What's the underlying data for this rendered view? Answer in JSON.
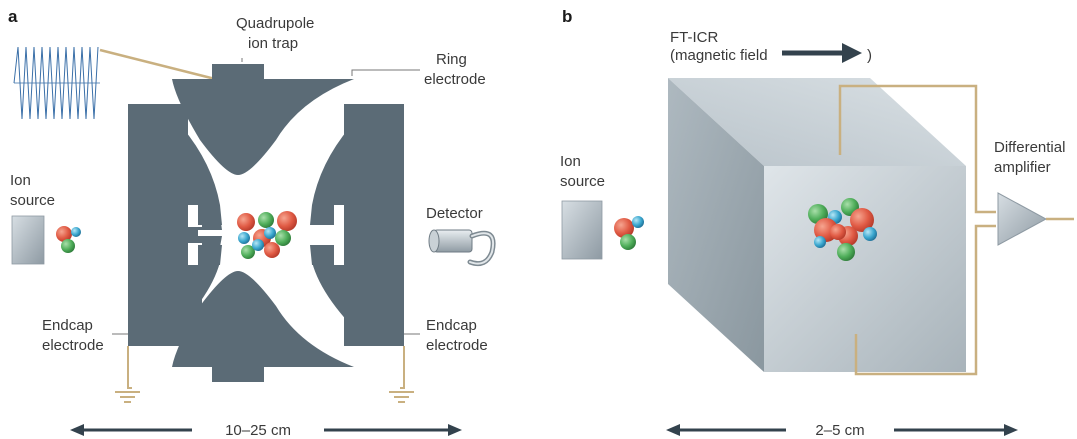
{
  "colors": {
    "electrode": "#5b6b76",
    "wire": "#c9b080",
    "arrow": "#33424d",
    "ion_red": "#e05a44",
    "ion_green": "#4fae5a",
    "ion_blue": "#3aa7cf",
    "box_light": "#c7d0d6",
    "box_dark": "#9aa6ae"
  },
  "panel_a": {
    "letter": "a",
    "trap_label_1": "Quadrupole",
    "trap_label_2": "ion trap",
    "ring_label_1": "Ring",
    "ring_label_2": "electrode",
    "ion_source_1": "Ion",
    "ion_source_2": "source",
    "detector": "Detector",
    "endcap_left_1": "Endcap",
    "endcap_left_2": "electrode",
    "endcap_right_1": "Endcap",
    "endcap_right_2": "electrode",
    "size": "10–25 cm"
  },
  "panel_b": {
    "letter": "b",
    "ftcir_1": "FT-ICR",
    "ftcir_2a": "(magnetic field",
    "ftcir_2b": ")",
    "ion_source_1": "Ion",
    "ion_source_2": "source",
    "amp_1": "Differential",
    "amp_2": "amplifier",
    "size": "2–5 cm"
  }
}
